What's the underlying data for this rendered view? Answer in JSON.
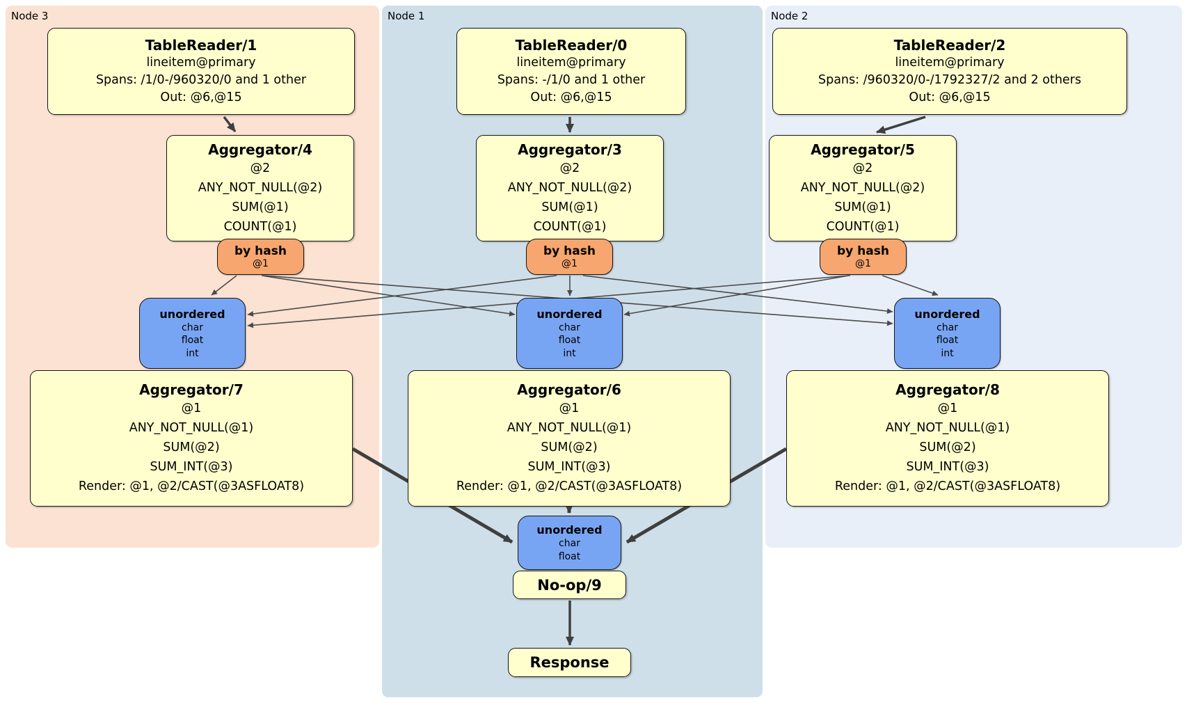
{
  "panels": [
    {
      "id": "node3",
      "label": "Node 3"
    },
    {
      "id": "node1",
      "label": "Node 1"
    },
    {
      "id": "node2",
      "label": "Node 2"
    }
  ],
  "processors": {
    "tr1": {
      "title": "TableReader/1",
      "lines": [
        "lineitem@primary",
        "Spans: /1/0-/960320/0 and 1 other",
        "Out: @6,@15"
      ]
    },
    "tr0": {
      "title": "TableReader/0",
      "lines": [
        "lineitem@primary",
        "Spans: -/1/0 and 1 other",
        "Out: @6,@15"
      ]
    },
    "tr2": {
      "title": "TableReader/2",
      "lines": [
        "lineitem@primary",
        "Spans: /960320/0-/1792327/2 and 2 others",
        "Out: @6,@15"
      ]
    },
    "agg4": {
      "title": "Aggregator/4",
      "lines": [
        "@2",
        "ANY_NOT_NULL(@2)",
        "SUM(@1)",
        "COUNT(@1)"
      ]
    },
    "agg3": {
      "title": "Aggregator/3",
      "lines": [
        "@2",
        "ANY_NOT_NULL(@2)",
        "SUM(@1)",
        "COUNT(@1)"
      ]
    },
    "agg5": {
      "title": "Aggregator/5",
      "lines": [
        "@2",
        "ANY_NOT_NULL(@2)",
        "SUM(@1)",
        "COUNT(@1)"
      ]
    },
    "agg7": {
      "title": "Aggregator/7",
      "lines": [
        "@1",
        "ANY_NOT_NULL(@1)",
        "SUM(@2)",
        "SUM_INT(@3)",
        "Render: @1, @2/CAST(@3ASFLOAT8)"
      ]
    },
    "agg6": {
      "title": "Aggregator/6",
      "lines": [
        "@1",
        "ANY_NOT_NULL(@1)",
        "SUM(@2)",
        "SUM_INT(@3)",
        "Render: @1, @2/CAST(@3ASFLOAT8)"
      ]
    },
    "agg8": {
      "title": "Aggregator/8",
      "lines": [
        "@1",
        "ANY_NOT_NULL(@1)",
        "SUM(@2)",
        "SUM_INT(@3)",
        "Render: @1, @2/CAST(@3ASFLOAT8)"
      ]
    },
    "noop": {
      "title": "No-op/9"
    },
    "response": {
      "title": "Response"
    }
  },
  "routers": {
    "hash3": {
      "label": "by hash",
      "detail": "@1"
    },
    "hash1": {
      "label": "by hash",
      "detail": "@1"
    },
    "hash2": {
      "label": "by hash",
      "detail": "@1"
    }
  },
  "syncs": {
    "unord3": {
      "label": "unordered",
      "streams": [
        "char",
        "float",
        "int"
      ]
    },
    "unord1": {
      "label": "unordered",
      "streams": [
        "char",
        "float",
        "int"
      ]
    },
    "unord2": {
      "label": "unordered",
      "streams": [
        "char",
        "float",
        "int"
      ]
    },
    "unordFinal": {
      "label": "unordered",
      "streams": [
        "char",
        "float"
      ]
    }
  },
  "edges": [
    {
      "from": "TableReader/1",
      "to": "Aggregator/4"
    },
    {
      "from": "TableReader/0",
      "to": "Aggregator/3"
    },
    {
      "from": "TableReader/2",
      "to": "Aggregator/5"
    },
    {
      "from": "by-hash-node3",
      "to": "unordered-node3"
    },
    {
      "from": "by-hash-node3",
      "to": "unordered-node1"
    },
    {
      "from": "by-hash-node3",
      "to": "unordered-node2"
    },
    {
      "from": "by-hash-node1",
      "to": "unordered-node3"
    },
    {
      "from": "by-hash-node1",
      "to": "unordered-node1"
    },
    {
      "from": "by-hash-node1",
      "to": "unordered-node2"
    },
    {
      "from": "by-hash-node2",
      "to": "unordered-node3"
    },
    {
      "from": "by-hash-node2",
      "to": "unordered-node1"
    },
    {
      "from": "by-hash-node2",
      "to": "unordered-node2"
    },
    {
      "from": "Aggregator/7",
      "to": "unordered-final"
    },
    {
      "from": "Aggregator/6",
      "to": "unordered-final"
    },
    {
      "from": "Aggregator/8",
      "to": "unordered-final"
    },
    {
      "from": "No-op/9",
      "to": "Response"
    }
  ],
  "colors": {
    "processor_fill": "#ffffce",
    "router_fill": "#f6a66e",
    "sync_fill": "#78a5f3",
    "node3_panel": "#fbe2d2",
    "node1_panel": "#cfdfe9",
    "node2_panel": "#e9eff8",
    "edge": "#3f3f3f"
  }
}
